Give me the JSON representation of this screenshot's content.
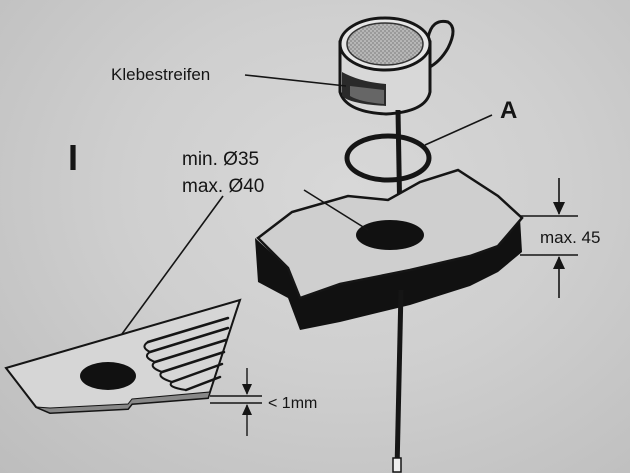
{
  "labels": {
    "tape": "Klebestreifen",
    "part_a": "A",
    "section": "I",
    "min_diameter": "min.  Ø35",
    "max_diameter": "max. Ø40",
    "max_thickness": "max. 45",
    "glass_thickness": "< 1mm"
  },
  "colors": {
    "ink": "#151515",
    "paper": "#d2d2d2",
    "surface": "#bcbcbc"
  }
}
